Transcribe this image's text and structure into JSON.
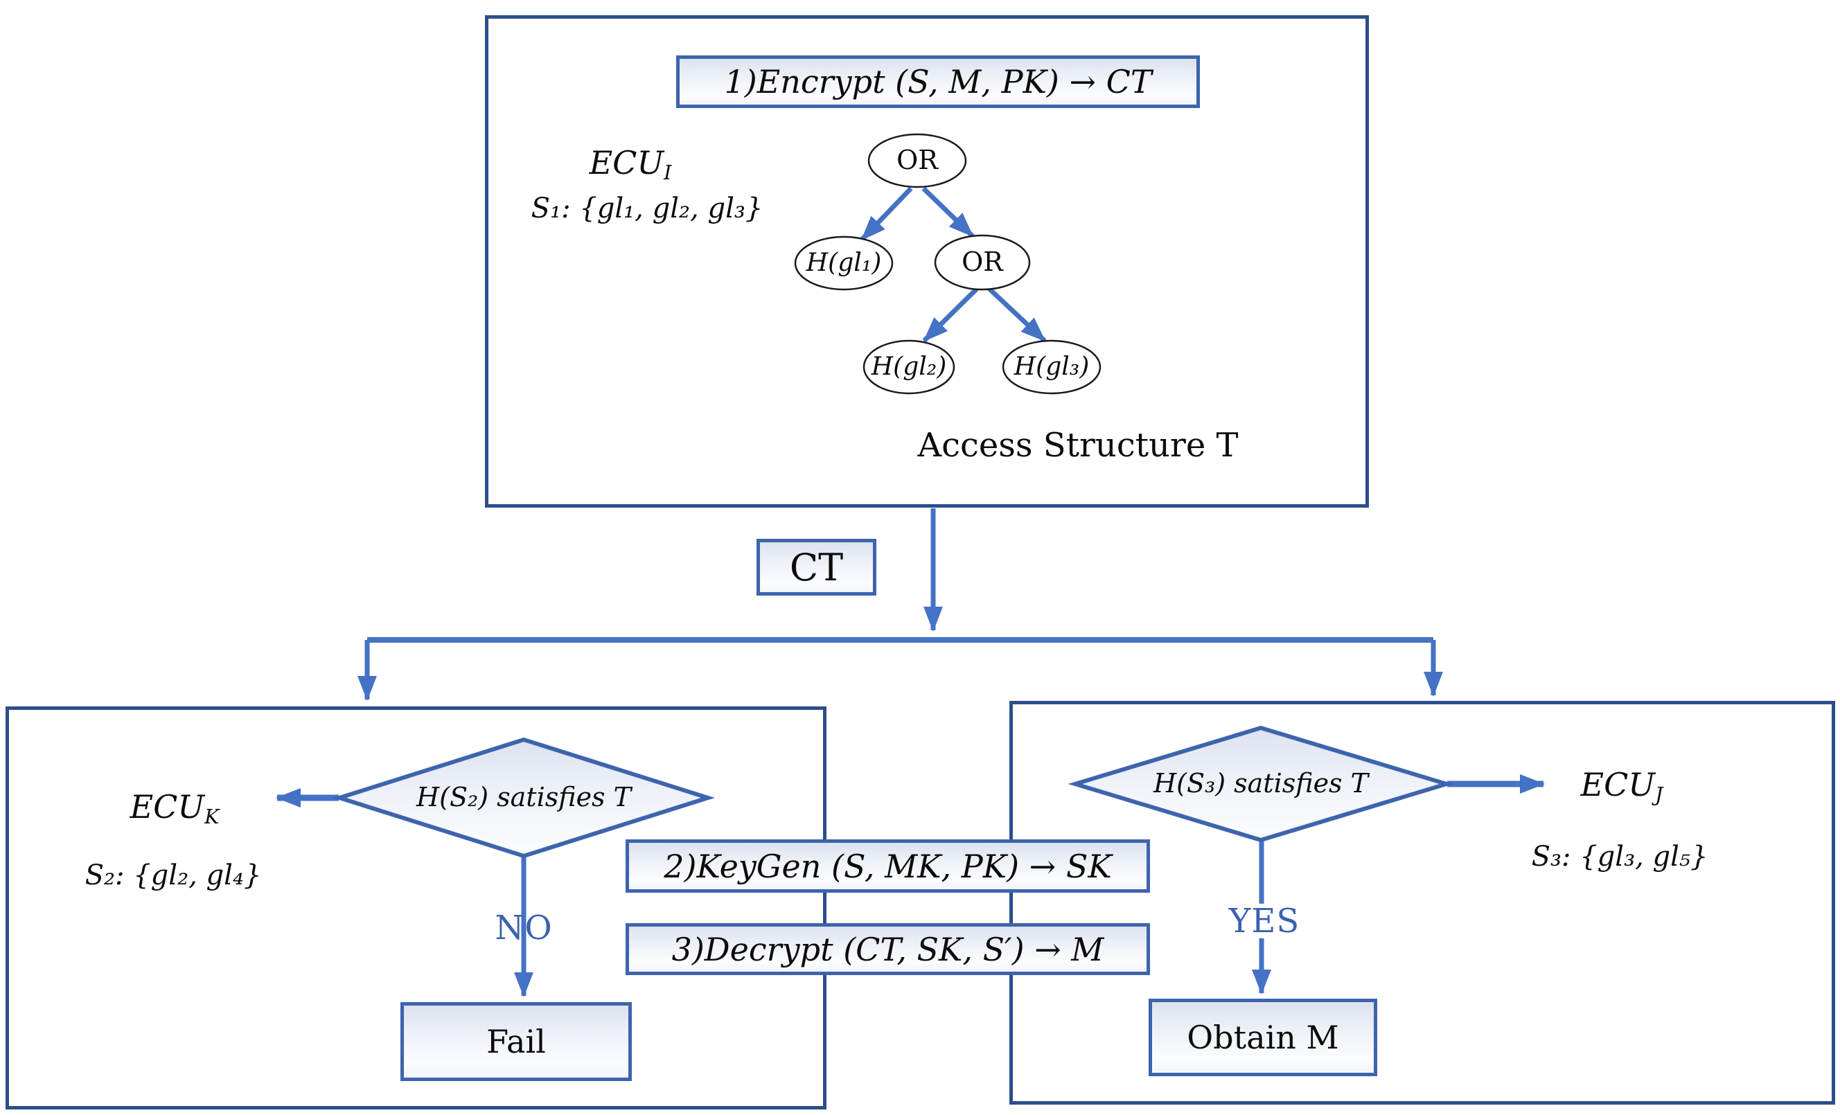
{
  "colors": {
    "outer_border": "#2d4d8c",
    "inner_border": "#3d64ad",
    "arrow_blue": "#4472c4",
    "branch_label_blue": "#3a62ae",
    "node_fill_top": "#dce2f0",
    "tree_outline": "#1a1a1a"
  },
  "encrypt_panel": {
    "step_label": "1)Encrypt (S, M, PK) → CT",
    "ecu": {
      "base": "ECU",
      "sub": "I"
    },
    "attribute_set": "S₁: {gl₁, gl₂, gl₃}",
    "tree": {
      "root_gate": "OR",
      "leaf_1": "H(gl₁)",
      "gate_2": "OR",
      "leaf_2": "H(gl₂)",
      "leaf_3": "H(gl₃)"
    },
    "caption": "Access Structure T"
  },
  "ciphertext_label": "CT",
  "left_panel": {
    "condition": "H(S₂) satisfies T",
    "ecu": {
      "base": "ECU",
      "sub": "K"
    },
    "attribute_set": "S₂: {gl₂, gl₄}",
    "branch_label": "NO",
    "result": "Fail"
  },
  "middle_steps": {
    "step2_label": "2)KeyGen (S, MK, PK) → SK",
    "step3_label": "3)Decrypt (CT, SK, S′) → M"
  },
  "right_panel": {
    "condition": "H(S₃) satisfies T",
    "ecu": {
      "base": "ECU",
      "sub": "J"
    },
    "attribute_set": "S₃: {gl₃, gl₅}",
    "branch_label": "YES",
    "result": "Obtain M"
  }
}
